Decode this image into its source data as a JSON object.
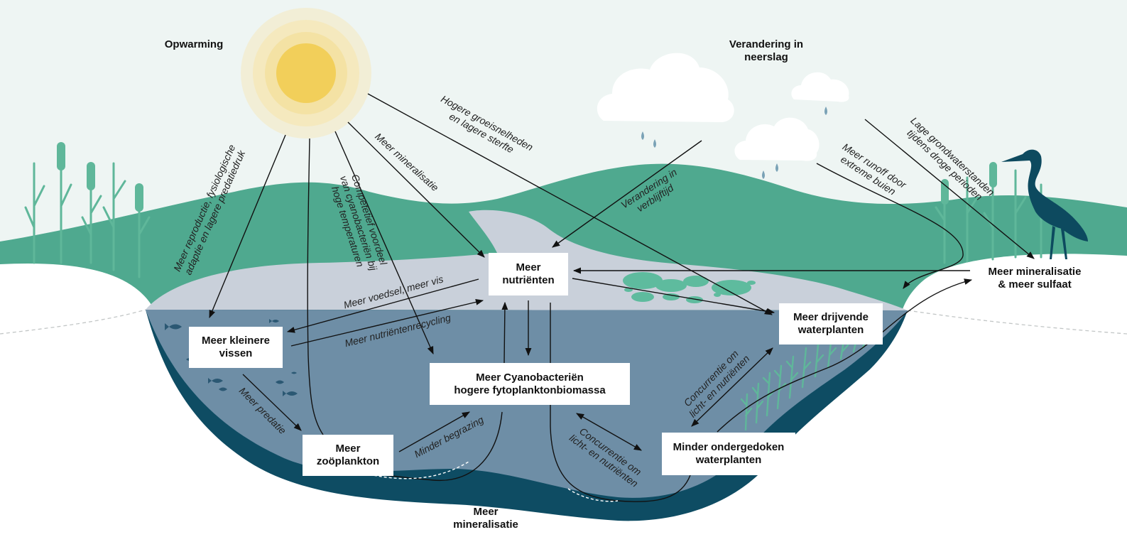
{
  "nodes": {
    "opwarming": "Opwarming",
    "neerslag": "Verandering in\nneerslag",
    "nutrienten": "Meer\nnutriënten",
    "vissen": "Meer kleinere\nvissen",
    "drijvend": "Meer drijvende\nwaterplanten",
    "mineralisatie_sulfaat": "Meer mineralisatie\n& meer sulfaat",
    "cyano": "Meer Cyanobacteriën\nhogere fytoplanktonbiomassa",
    "zooplankton": "Meer\nzoöplankton",
    "ondergedoken": "Minder ondergedoken\nwaterplanten",
    "mineralisatie_bodem": "Meer\nmineralisatie"
  },
  "edge_labels": {
    "reproductie": "Meer reproductie, fysiologische\nadaptie en lagere predatiedruk",
    "competitief": "Competetief voordeel\nvan cyanobacteriën bij\nhoge temperaturen",
    "mineralisatie": "Meer mineralisatie",
    "groeisnelheden": "Hogere groeisnelheden\nen lagere sterfte",
    "verblijftijd": "Verandering in\nverblijftijd",
    "runoff": "Meer runoff door\nextreme buien",
    "grondwater": "Lage grondwaterstanden\ntijdens droge perioden",
    "voedsel": "Meer voedsel, meer vis",
    "recycling": "Meer nutriëntenrecycling",
    "predatie": "Meer predatie",
    "begrazing": "Minder begrazing",
    "concurrentie_1": "Concurrentie om\nlicht- en nutriënten",
    "concurrentie_2": "Concurrentie om\nlicht- en nutriënten"
  },
  "colors": {
    "sky": "#eef5f3",
    "sun_core": "#f2cf5a",
    "sun_halo": "#f6e7b3",
    "hills": "#4fa98f",
    "reeds": "#5fb79a",
    "shallow_water": "#c9d0da",
    "deep_water": "#6e8ea6",
    "lake_bed": "#0e4c63",
    "cloud": "#ffffff",
    "rain": "#7aa2b6",
    "heron": "#0d4a5f",
    "lily_pads": "#5ebb9e",
    "fish": "#2b5873",
    "arrow": "#111111"
  },
  "icons": [
    "sun-icon",
    "cloud-icon",
    "rain-drop-icon",
    "heron-icon",
    "reed-icon",
    "fish-icon",
    "lily-pad-icon"
  ]
}
